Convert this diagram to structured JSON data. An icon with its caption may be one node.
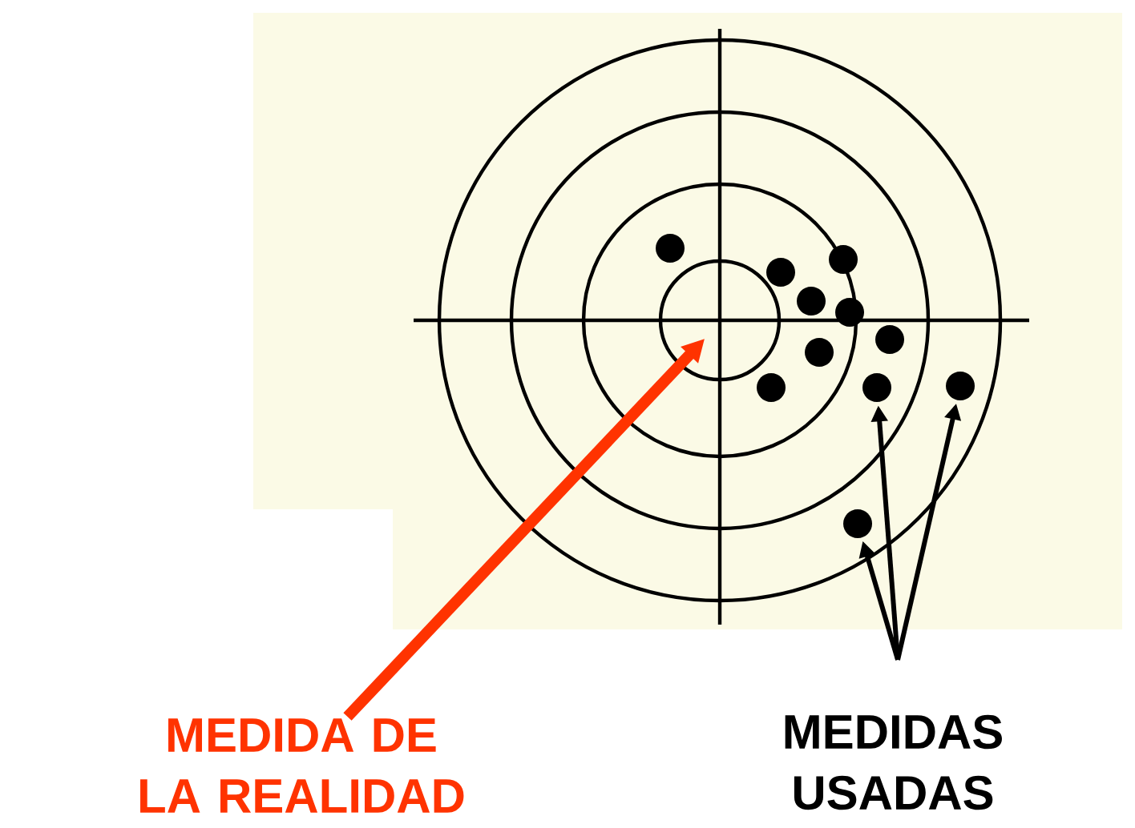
{
  "diagram": {
    "nodes": [
      {
        "text": [
          "MEDIDA DE LA REALIDAD"
        ]
      },
      {
        "text": [
          "MEDIDAS USADAS"
        ]
      },
      {
        "text": [],
        "shape": "circle"
      },
      {
        "text": [],
        "shape": "circle"
      },
      {
        "text": [],
        "shape": "circle"
      }
    ],
    "edges": [
      {
        "from": 0,
        "to": null,
        "arrow": "to",
        "style": "thick",
        "color": "#ff3300"
      },
      {
        "from": 1,
        "to": 2,
        "arrow": "to"
      },
      {
        "from": 1,
        "to": 3,
        "arrow": "to"
      },
      {
        "from": 1,
        "to": 4,
        "arrow": "to"
      }
    ]
  }
}
